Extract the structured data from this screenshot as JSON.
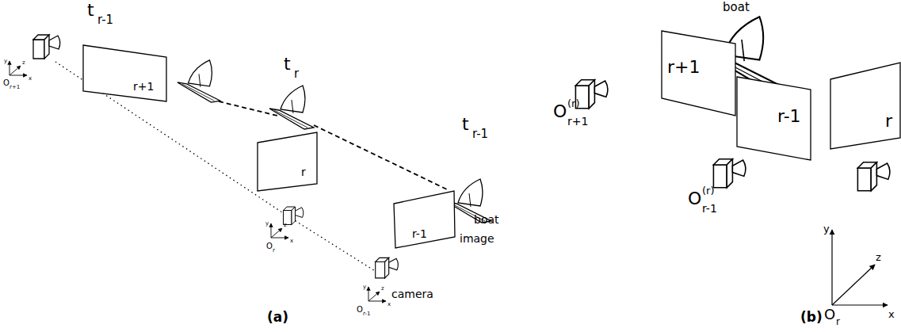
{
  "diagram": {
    "nodes": [
      {
        "text": [
          "r+1"
        ]
      },
      {
        "text": [
          "r"
        ]
      },
      {
        "text": [
          "r-1"
        ]
      },
      {
        "text": [
          "r+1"
        ]
      },
      {
        "text": [
          "r-1"
        ]
      },
      {
        "text": [
          "r"
        ]
      }
    ],
    "labels": [
      "t",
      "r-1",
      "t",
      "r",
      "t",
      "r-1",
      "boat",
      "image",
      "camera",
      "O",
      "r+1",
      "O",
      "r",
      "O",
      "r-1",
      "y",
      "z",
      "x",
      "y",
      "z",
      "x",
      "y",
      "z",
      "x",
      "(a)",
      "boat",
      "O",
      "(r)",
      "r+1",
      "O",
      "(r)",
      "r-1",
      "y",
      "z",
      "x",
      "O",
      "r",
      "(b)"
    ]
  }
}
